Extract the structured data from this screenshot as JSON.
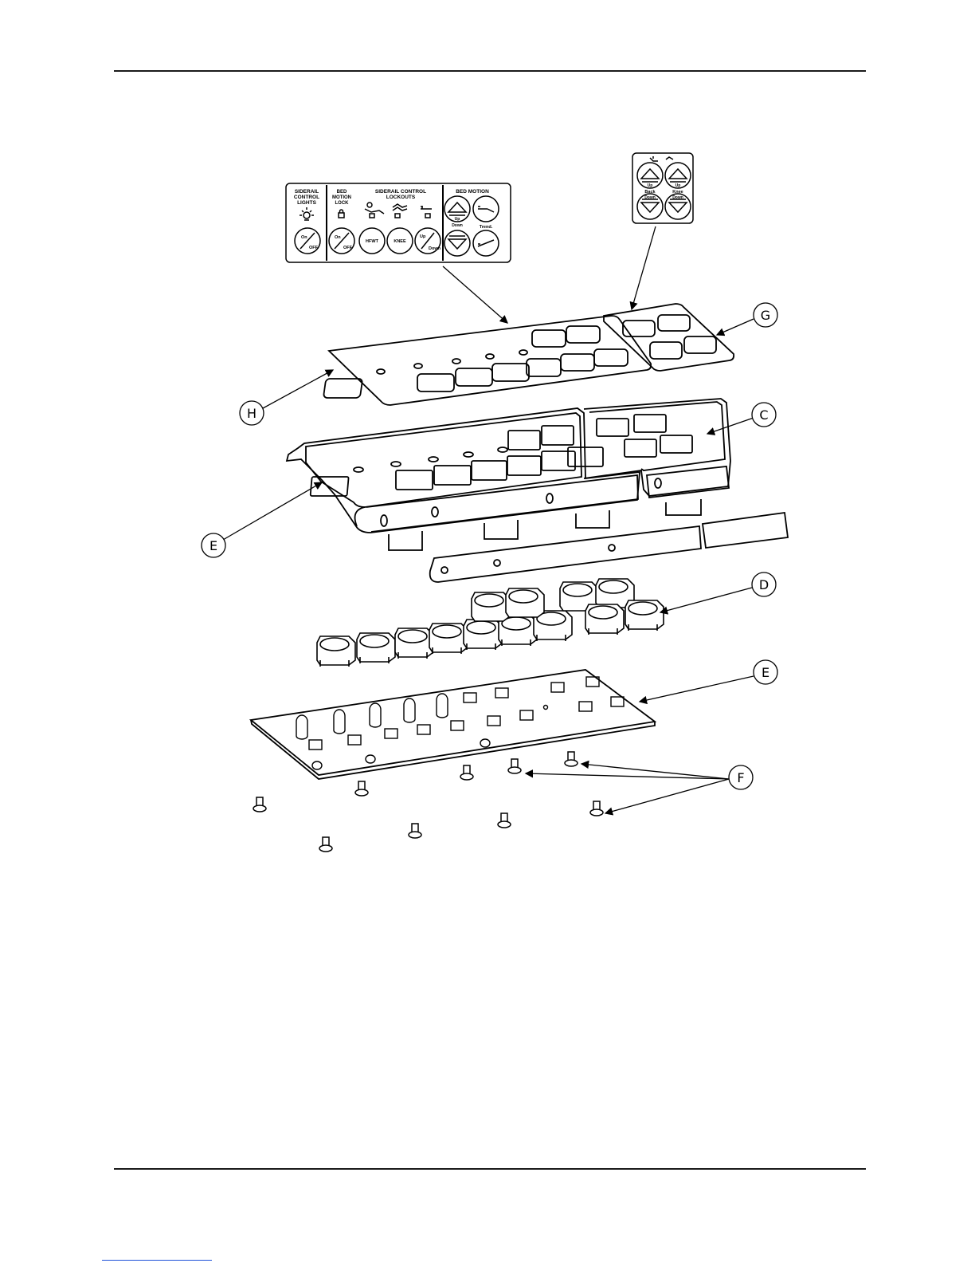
{
  "figure": {
    "callouts": {
      "H": "H",
      "G": "G",
      "C": "C",
      "E_upper": "E",
      "D": "D",
      "E_lower": "E",
      "F": "F"
    },
    "main_overlay": {
      "lights_col": [
        "SIDERAIL",
        "CONTROL",
        "LIGHTS"
      ],
      "lights_btn_top": "On",
      "lights_btn_bottom": "OFF",
      "lock_col": [
        "BED",
        "MOTION",
        "LOCK"
      ],
      "lock_btn_top": "On",
      "lock_btn_bottom": "OFF",
      "lockouts_title": [
        "SIDERAIL CONTROL",
        "LOCKOUTS"
      ],
      "hfwt_btn": "HFWT",
      "knee_btn": "KNEE",
      "updown_btn_top": "Up",
      "updown_btn_bottom": "Down",
      "bed_motion_title": "BED MOTION",
      "up_label": "Up",
      "down_label": "Down",
      "trend_label": "Trend."
    },
    "small_overlay": {
      "up_left": "Up",
      "up_right": "Up",
      "back": "Back",
      "knee": "Knee",
      "down_left": "Down",
      "down_right": "Down"
    }
  },
  "colors": {
    "ink": "#000000",
    "rule": "#1a1a1a",
    "link": "#1b4fd8"
  }
}
